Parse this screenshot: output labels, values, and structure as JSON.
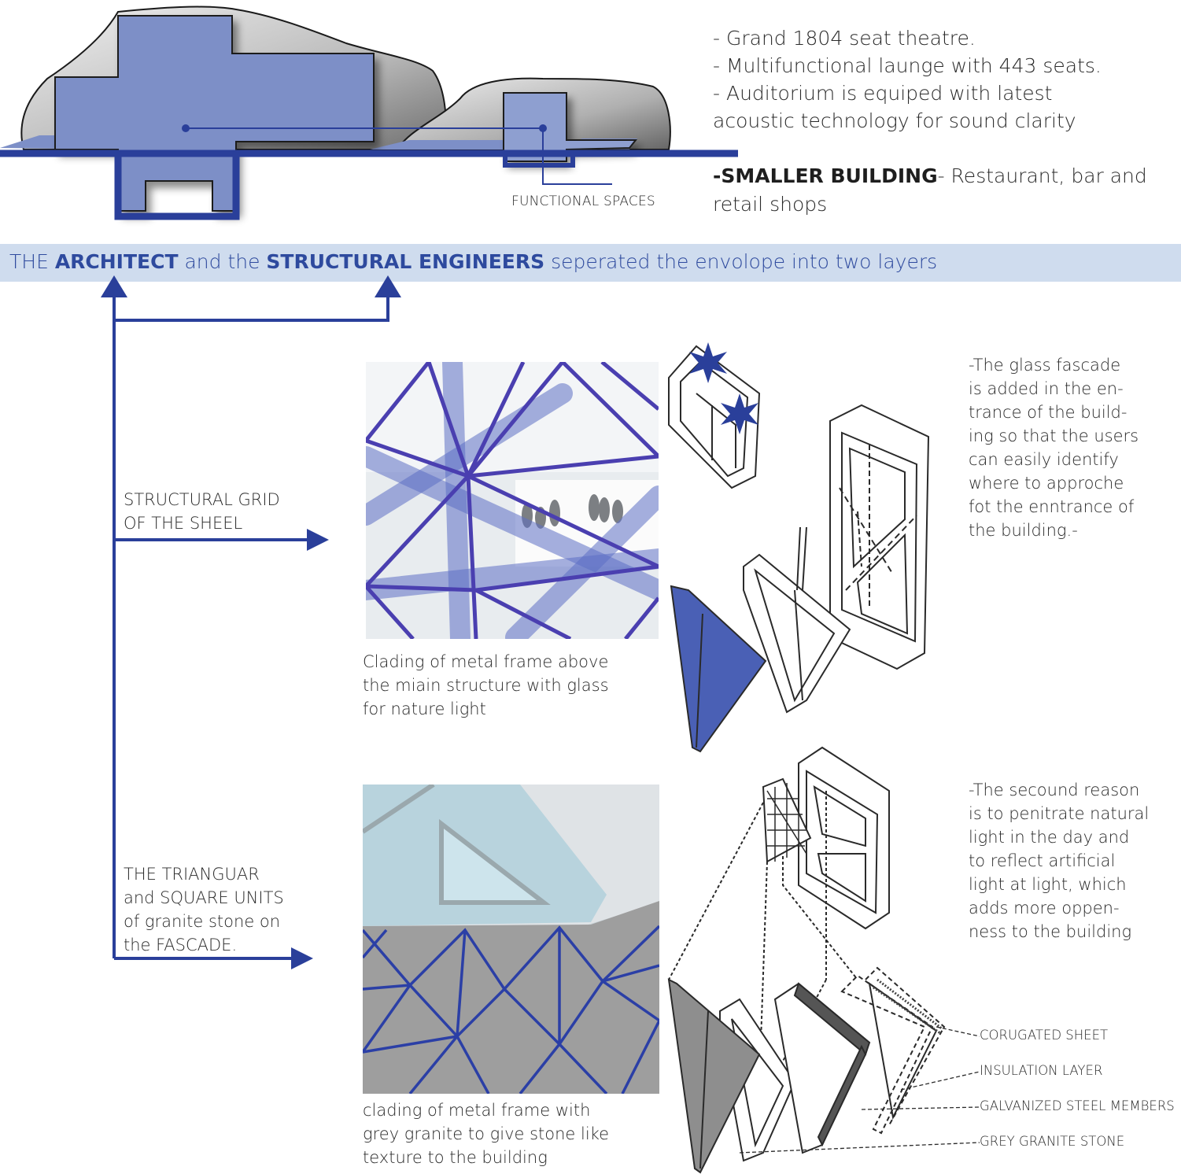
{
  "legend": {
    "functional_spaces": "FUNCTIONAL SPACES"
  },
  "features": {
    "line1": "- Grand 1804 seat theatre.",
    "line2": "- Multifunctional launge with 443 seats.",
    "line3": "- Auditorium is equiped with latest",
    "line4": "acoustic technology for sound clarity",
    "smaller_building_bold": "-SMALLER BUILDING",
    "smaller_building_rest": "- Restaurant, bar and",
    "smaller_building_line2": "retail shops"
  },
  "banner": {
    "part1": "THE ",
    "architect": "ARCHITECT",
    "part2": " and the ",
    "engineers": "STRUCTURAL ENGINEERS",
    "part3": " seperated the envolope into two layers"
  },
  "labels": {
    "structural_grid_line1": "STRUCTURAL GRID",
    "structural_grid_line2": "OF THE SHEEL",
    "units_line1": "THE TRIANGUAR",
    "units_line2": "and SQUARE UNITS",
    "units_line3": "of granite stone on",
    "units_line4": "the FASCADE."
  },
  "captions": {
    "glass_line1": "Clading of metal frame above",
    "glass_line2": "the miain structure  with glass",
    "glass_line3": "for nature light",
    "granite_line1": "clading of metal frame with",
    "granite_line2": "grey granite to give stone like",
    "granite_line3": "texture to the building"
  },
  "notes": {
    "glass_note": [
      "-The glass fascade",
      "is added in the en-",
      "trance of the build-",
      "ing so that the users",
      "can easily identify",
      "where to approche",
      "fot the enntrance of",
      "the building.-"
    ],
    "second_note": [
      "-The secound reason",
      "is to penitrate natural",
      "light in the day and",
      "to reflect artificial",
      "light at light, which",
      "adds more oppen-",
      "ness to the building"
    ]
  },
  "layers": {
    "corrugated": "CORUGATED SHEET",
    "insulation": "INSULATION LAYER",
    "galvanized": "GALVANIZED STEEL MEMBERS",
    "granite": "GREY GRANITE STONE"
  },
  "colors": {
    "accent_blue": "#2a3f9a",
    "space_blue": "#7d8fc7",
    "banner_bg": "#cfdcee",
    "shell_grey": "#8a8a8a"
  }
}
